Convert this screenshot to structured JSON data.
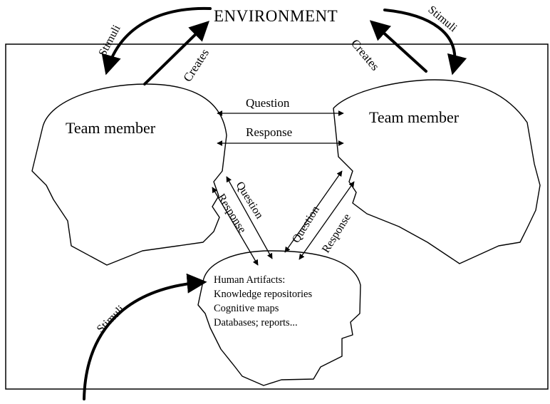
{
  "environment": {
    "label": "ENVIRONMENT"
  },
  "left_member": {
    "label": "Team member"
  },
  "right_member": {
    "label": "Team member"
  },
  "artifacts": {
    "lines": [
      "Human Artifacts:",
      "Knowledge repositories",
      "Cognitive maps",
      "Databases; reports..."
    ]
  },
  "arrows": {
    "stimuli": "Stimuli",
    "creates": "Creates",
    "question": "Question",
    "response": "Response"
  }
}
